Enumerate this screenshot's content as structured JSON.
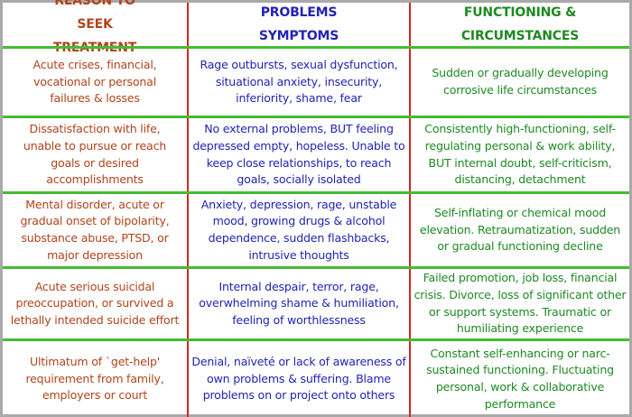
{
  "headers": [
    "REASON TO SEEK TREATMENT",
    "PROBLEMS SYMPTOMS",
    "FUNCTIONING & CIRCUMSTANCES"
  ],
  "rows": [
    [
      "Acute crises, financial, vocational or personal failures & losses",
      "Rage outbursts, sexual dysfunction, situational anxiety, insecurity, inferiority, shame, fear",
      "Sudden or gradually developing corrosive life circumstances"
    ],
    [
      "Dissatisfaction with life, unable to pursue or reach goals or desired accomplishments",
      "No external problems, BUT feeling depressed empty, hopeless. Unable to keep close relationships, to reach goals, socially isolated",
      "Consistently high-functioning, self-regulating personal & work ability, BUT internal doubt, self-criticism, distancing, detachment"
    ],
    [
      "Mental disorder, acute or gradual onset of bipolarity, substance abuse, PTSD, or major depression",
      "Anxiety, depression, rage, unstable mood, growing drugs & alcohol dependence, sudden flashbacks, intrusive thoughts",
      "Self-inflating or chemical mood elevation. Retraumatization, sudden or gradual functioning decline"
    ],
    [
      "Acute serious suicidal preoccupation, or survived a lethally intended suicide effort",
      "Internal despair, terror, rage, overwhelming shame & humiliation, feeling of worthlessness",
      "Failed promotion, job loss, financial crisis. Divorce, loss of significant other or support systems. Traumatic or humiliating experience"
    ],
    [
      "Ultimatum of `get-help' requirement from family, employers or court",
      "Denial, naïveté or lack of awareness of own problems & suffering. Blame problems on or project onto others",
      "Constant self-enhancing or narc-sustained functioning. Fluctuating personal, work & collaborative performance"
    ]
  ],
  "colors": {
    "column1": "#b0441c",
    "column2": "#2323b5",
    "column3": "#1e8a22",
    "row_divider": "#44bb33",
    "column_divider": "#cc2a22"
  }
}
